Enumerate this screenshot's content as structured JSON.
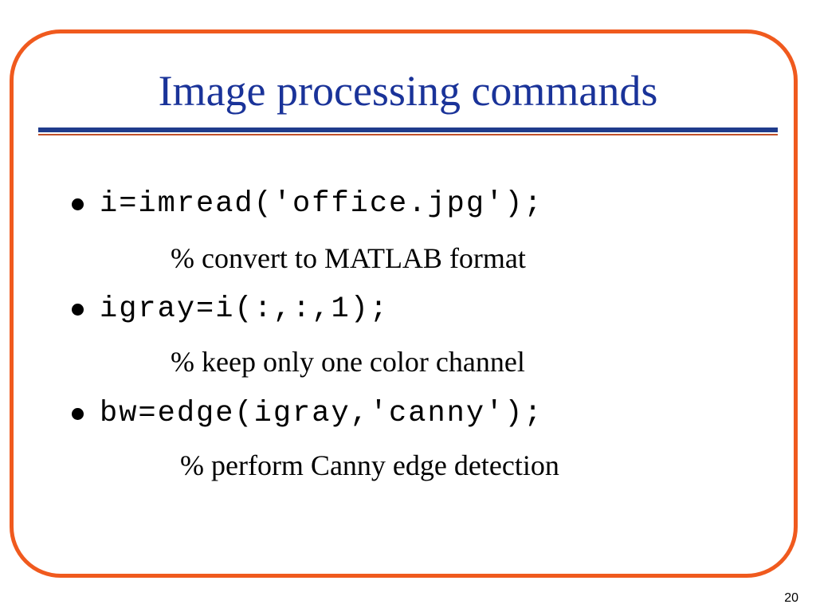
{
  "slide": {
    "title": "Image processing commands",
    "items": [
      {
        "code": "i=imread('office.jpg');",
        "comment": "% convert to MATLAB format"
      },
      {
        "code": "igray=i(:,:,1);",
        "comment": "% keep only one color channel"
      },
      {
        "code": "bw=edge(igray,'canny');",
        "comment": "% perform Canny edge detection"
      }
    ],
    "page_number": "20"
  },
  "colors": {
    "frame": "#f05a1e",
    "title": "#1a3399",
    "rule_blue": "#1f3b8c",
    "rule_orange": "#c0502a"
  }
}
